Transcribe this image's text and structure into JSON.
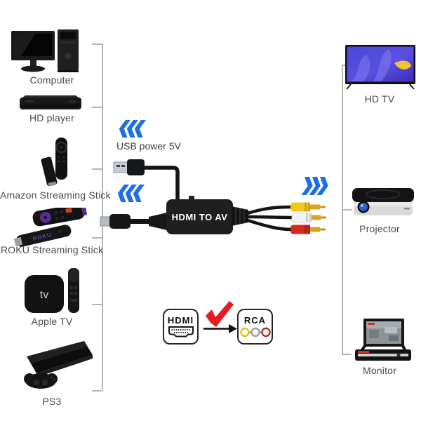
{
  "left_devices": [
    {
      "label": "Computer"
    },
    {
      "label": "HD player"
    },
    {
      "label": "Amazon Streaming Stick"
    },
    {
      "label": "ROKU Streaming Stick"
    },
    {
      "label": "Apple TV"
    },
    {
      "label": "PS3"
    }
  ],
  "right_devices": [
    {
      "label": "HD TV"
    },
    {
      "label": "Projector"
    },
    {
      "label": "Monitor"
    }
  ],
  "center": {
    "usb_power_label": "USB power 5V",
    "converter_label": "HDMI TO AV",
    "roku_stick_text": "ROKU",
    "apple_tv_text": "tv"
  },
  "bottom": {
    "hdmi_icon_label": "HDMI",
    "rca_icon_label": "RCA"
  },
  "colors": {
    "chevron_blue": "#1e6fe6",
    "check_red": "#e41c24",
    "rca_yellow": "#f0c81e",
    "rca_white": "#f2f2f2",
    "rca_red": "#d42a1e",
    "label_text": "#4a4a4a",
    "bracket_line": "#b5b5b5",
    "device_black": "#1a1a1a"
  }
}
